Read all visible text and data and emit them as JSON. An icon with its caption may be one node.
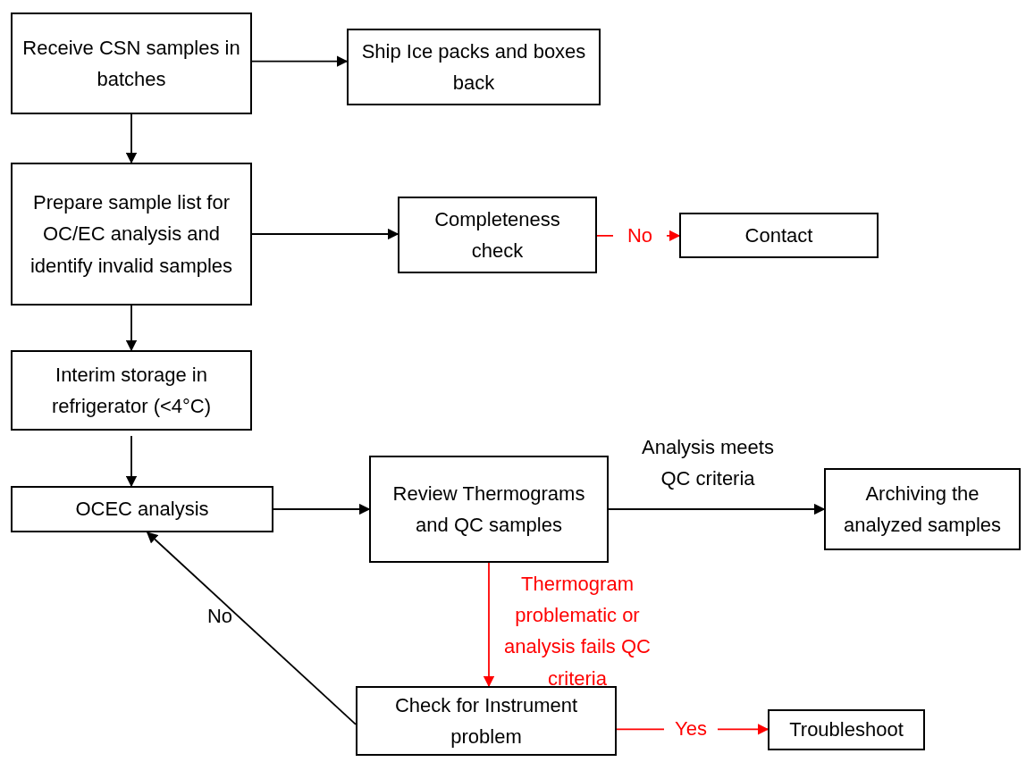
{
  "diagram": {
    "nodes": [
      {
        "text": [
          "Receive CSN samples in batches"
        ]
      },
      {
        "text": [
          "Ship Ice packs and boxes back"
        ]
      },
      {
        "text": [
          "Prepare sample list for OC/EC analysis and identify invalid samples"
        ]
      },
      {
        "text": [
          "Completeness check"
        ]
      },
      {
        "text": [
          "Contact"
        ]
      },
      {
        "text": [
          "Interim storage in refrigerator (<4°C)"
        ]
      },
      {
        "text": [
          "OCEC analysis"
        ]
      },
      {
        "text": [
          "Review Thermograms and QC samples"
        ]
      },
      {
        "text": [
          "Archiving the analyzed samples"
        ]
      },
      {
        "text": [
          "Check for Instrument problem"
        ]
      },
      {
        "text": [
          "Troubleshoot"
        ]
      }
    ],
    "edges": [
      {
        "from": 0,
        "to": 1,
        "arrow": "to"
      },
      {
        "from": 0,
        "to": 2,
        "arrow": "to"
      },
      {
        "from": 2,
        "to": 3,
        "arrow": "to"
      },
      {
        "from": 3,
        "to": 4,
        "arrow": "to",
        "label": "No",
        "color": "#ff0000"
      },
      {
        "from": 2,
        "to": 5,
        "arrow": "to"
      },
      {
        "from": 5,
        "to": 6,
        "arrow": "to"
      },
      {
        "from": 6,
        "to": 7,
        "arrow": "to"
      },
      {
        "from": 7,
        "to": 8,
        "arrow": "to",
        "label": "Analysis meets QC criteria"
      },
      {
        "from": 7,
        "to": 9,
        "arrow": "to",
        "label": "Thermogram problematic or analysis fails QC criteria",
        "color": "#ff0000"
      },
      {
        "from": 9,
        "to": 6,
        "arrow": "to",
        "label": "No"
      },
      {
        "from": 9,
        "to": 10,
        "arrow": "to",
        "label": "Yes",
        "color": "#ff0000"
      }
    ]
  }
}
